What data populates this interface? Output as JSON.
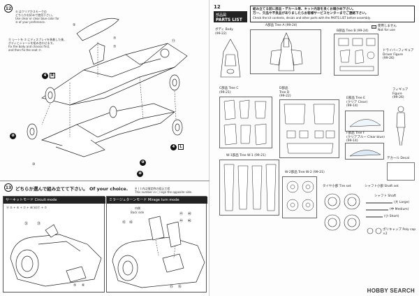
{
  "left_page": {
    "step12": {
      "number": "12",
      "note_jp_1": "⑤ はクリアかスモークの",
      "note_jp_2": "どちらかお好みで使用下さい。",
      "note_en_1": "Use clear or clear blue color for",
      "note_en_2": "⑤ of your preference.",
      "note_jp_3": "⑪ シートを ⑦ にディスプレイを装着した後、",
      "note_jp_4": "ボディとシャーシを組み合わせます。",
      "note_en_3": "Fix the body and chassis first,",
      "note_en_4": "and then fix the seat ⑦.",
      "callouts": [
        "⑤",
        "⑦",
        "⑦",
        "⑪",
        "④",
        "④",
        "⑩",
        "❶",
        "❶",
        "❶"
      ],
      "r_label": "R",
      "l_label": "L",
      "four_r": "4",
      "four_l": "4"
    },
    "step13": {
      "number": "13",
      "title": "どちらか選んで組み立てて下さい。 Of your choice.",
      "circuit_title": "サーキットモード  Circuit mode",
      "mirage_title": "ミラージュターンモード  Mirage turn mode",
      "circuit_parts": "Ⓐ ⑤ + ⑥ + ⑦ + ⑧(⑯)⑰ + ⑦",
      "mirage_note_1": "※ ( ) 内は指定時の組込工程",
      "mirage_note_2": "This number in ( ) sign the opposite side.",
      "back_side": "Back side",
      "naibu": "内側",
      "callouts_circuit": [
        "㉜",
        "㉝",
        "⑤",
        "⑥"
      ],
      "callouts_mirage": [
        "㊷",
        "㊸",
        "㊶",
        "㊵",
        "㊹",
        "㊻",
        "⑮",
        "⑯"
      ]
    }
  },
  "right_page": {
    "page_number": "12",
    "parts_list_jp": "部品図",
    "parts_list_en": "PARTS LIST",
    "warning_jp_1": "組み立てる前に部品・デカール等、キット内容を良くお確かめ下さい。",
    "warning_jp_2": "万一、欠品や不良品がありましたらお客様サービスセンターまでご連絡下さい。",
    "warning_en": "Check the kit contents, decals and other parts with the PARTS LIST before assembly.",
    "not_for_use_jp": "使用しません",
    "not_for_use_en": "Not for use",
    "body": {
      "jp": "ボディ Body",
      "code": "(99-22)"
    },
    "tree_a": {
      "jp": "A部品 Tree A",
      "code": "(99-24)"
    },
    "tree_b": {
      "jp": "B部品 Tree B",
      "code": "(99-24)"
    },
    "driver": {
      "jp": "ドライバーフィギュア",
      "en": "Driver Figure",
      "code": "(99-26)"
    },
    "figure": {
      "jp": "フィギュア",
      "en": "Figure",
      "code": "(99-26)"
    },
    "tree_c": {
      "jp": "C部品 Tree C",
      "code": "(99-21)"
    },
    "tree_d": {
      "jp": "D部品",
      "en": "Tree D",
      "code": "(99-22)"
    },
    "tree_e": {
      "jp": "E部品 Tree E",
      "en": "(クリア Clear)",
      "code": "(99-14)"
    },
    "tree_f": {
      "jp": "F部品 Tree F",
      "en": "(クリアブルー Clear blue)",
      "code": "(99-14)"
    },
    "tree_v1": {
      "jp": "W-1部品 Tree W-1",
      "code": "(99-21)"
    },
    "tree_v2": {
      "jp": "W-2部品 Tree W-2",
      "code": "(99-21)"
    },
    "decal": {
      "jp": "デカール Decal"
    },
    "tire_set": {
      "jp": "タイヤ小部 Tire set"
    },
    "shaft_set": {
      "jp": "シャフト小部 Shaft set",
      "shaft_jp": "シャフト Shaft",
      "sizes": [
        "(大 Large)",
        "(中 Medium)",
        "(小 Short)"
      ],
      "polycap": "ポリキャップ Poly cap ×2"
    }
  },
  "watermark": "HOBBY SEARCH",
  "colors": {
    "ink": "#1a1a1a",
    "line": "#555555",
    "paper": "#fdfdfd"
  }
}
